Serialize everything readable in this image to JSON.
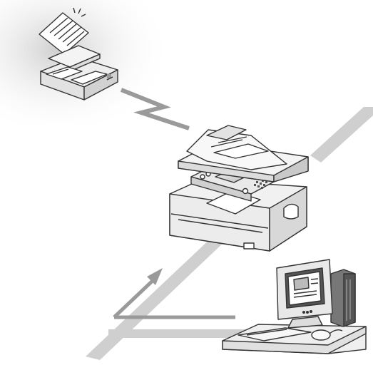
{
  "diagram": {
    "description_free": true,
    "nodes": [
      {
        "id": "fax",
        "icon": "fax-machine-icon"
      },
      {
        "id": "mfp",
        "icon": "multifunction-printer-icon"
      },
      {
        "id": "pc",
        "icon": "desktop-computer-icon"
      }
    ],
    "links": [
      {
        "from": "fax",
        "to": "mfp",
        "style": "lightning-bolt"
      },
      {
        "from": "mfp",
        "to": "pc",
        "style": "network-line"
      }
    ],
    "colors": {
      "line_gray": "#c8c8c8",
      "stroke": "#333333",
      "shade": "#e6e6e6",
      "halo": "#d9d9d9"
    }
  }
}
